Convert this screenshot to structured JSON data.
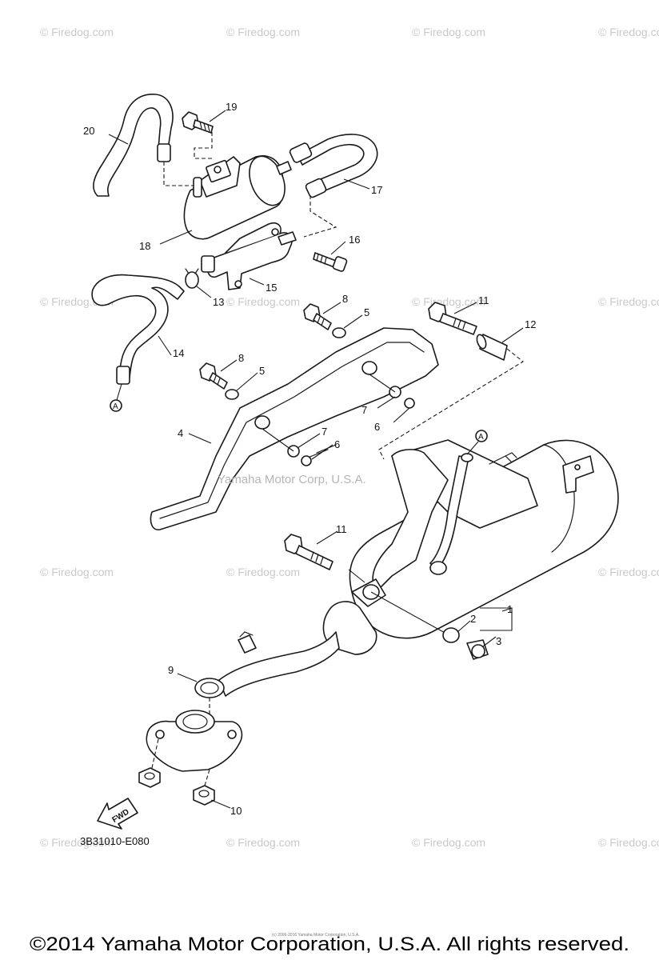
{
  "diagram": {
    "callouts": [
      {
        "id": "c1",
        "label": "1"
      },
      {
        "id": "c2",
        "label": "2"
      },
      {
        "id": "c3",
        "label": "3"
      },
      {
        "id": "c4",
        "label": "4"
      },
      {
        "id": "c5a",
        "label": "5"
      },
      {
        "id": "c5b",
        "label": "5"
      },
      {
        "id": "c6a",
        "label": "6"
      },
      {
        "id": "c6b",
        "label": "6"
      },
      {
        "id": "c7a",
        "label": "7"
      },
      {
        "id": "c7b",
        "label": "7"
      },
      {
        "id": "c8a",
        "label": "8"
      },
      {
        "id": "c8b",
        "label": "8"
      },
      {
        "id": "c9",
        "label": "9"
      },
      {
        "id": "c10",
        "label": "10"
      },
      {
        "id": "c11a",
        "label": "11"
      },
      {
        "id": "c11b",
        "label": "11"
      },
      {
        "id": "c12",
        "label": "12"
      },
      {
        "id": "c13",
        "label": "13"
      },
      {
        "id": "c14",
        "label": "14"
      },
      {
        "id": "c15",
        "label": "15"
      },
      {
        "id": "c16",
        "label": "16"
      },
      {
        "id": "c17",
        "label": "17"
      },
      {
        "id": "c18",
        "label": "18"
      },
      {
        "id": "c19",
        "label": "19"
      },
      {
        "id": "c20",
        "label": "20"
      }
    ],
    "reference_marker": "A",
    "direction_label": "FWD",
    "diagram_code": "3B31010-E080"
  },
  "watermarks": {
    "site": "© Firedog.com",
    "center": "Yamaha Motor Corp, U.S.A."
  },
  "footer": {
    "copyright": "©2014 Yamaha Motor Corporation, U.S.A. All rights reserved.",
    "fine_print": "(c) 2006-2016 Yamaha Motor Corporation, U.S.A."
  }
}
